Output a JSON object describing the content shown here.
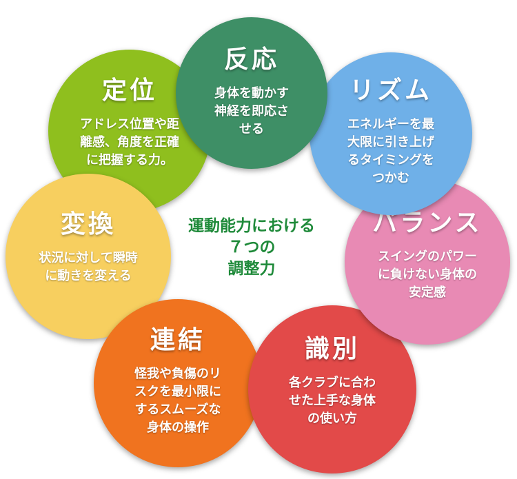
{
  "center_title": {
    "lines": [
      "運動能力における",
      "７つの",
      "調整力"
    ],
    "color": "#1f8a3a"
  },
  "circles": [
    {
      "key": "hanno",
      "title": "反応",
      "desc_lines": [
        "身体を動かす",
        "神経を即応さ",
        "せる"
      ],
      "color": "#3e8f66"
    },
    {
      "key": "rhythm",
      "title": "リズム",
      "desc_lines": [
        "エネルギーを最",
        "大限に引き上げ",
        "るタイミングを",
        "つかむ"
      ],
      "color": "#6fb0e8"
    },
    {
      "key": "balance",
      "title": "バランス",
      "desc_lines": [
        "スイングのパワー",
        "に負けない身体の",
        "安定感"
      ],
      "color": "#e88ab4"
    },
    {
      "key": "shikibetsu",
      "title": "識別",
      "desc_lines": [
        "各クラブに合わ",
        "せた上手な身体",
        "の使い方"
      ],
      "color": "#e24a49"
    },
    {
      "key": "renketsu",
      "title": "連結",
      "desc_lines": [
        "怪我や負傷のリ",
        "スクを最小限に",
        "するスムーズな",
        "身体の操作"
      ],
      "color": "#f0731f"
    },
    {
      "key": "henkan",
      "title": "変換",
      "desc_lines": [
        "状況に対して瞬時",
        "に動きを変える"
      ],
      "color": "#f7cf5f"
    },
    {
      "key": "teii",
      "title": "定位",
      "desc_lines": [
        "アドレス位置や距",
        "離感、角度を正確",
        "に把握する力。"
      ],
      "color": "#8fbf1e"
    }
  ]
}
